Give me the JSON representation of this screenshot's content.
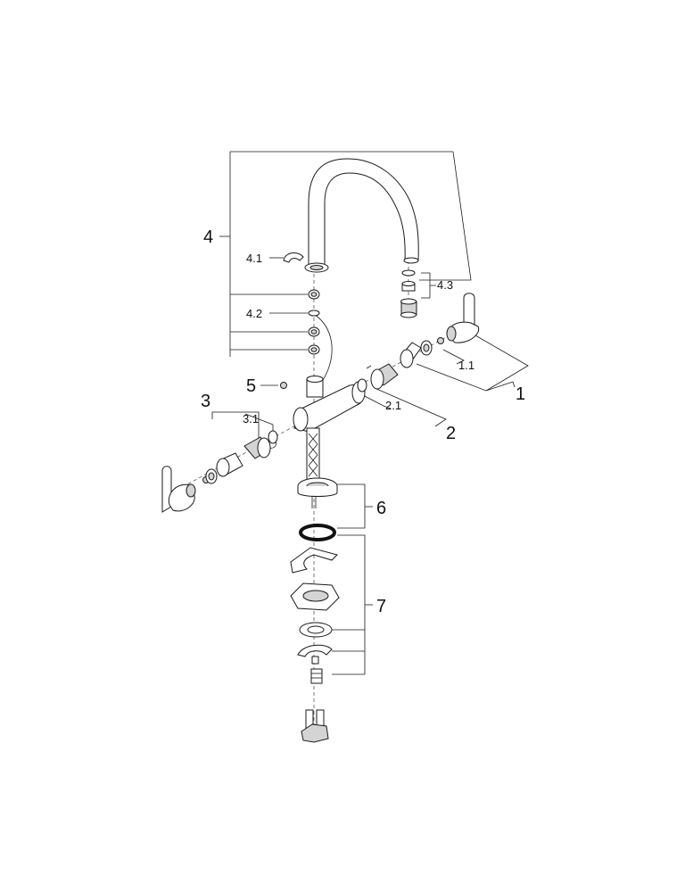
{
  "labels": {
    "l1": "1",
    "l1_1": "1.1",
    "l2": "2",
    "l2_1": "2.1",
    "l3": "3",
    "l3_1": "3.1",
    "l4": "4",
    "l4_1": "4.1",
    "l4_2": "4.2",
    "l4_3": "4.3",
    "l5": "5",
    "l6": "6",
    "l7": "7"
  }
}
